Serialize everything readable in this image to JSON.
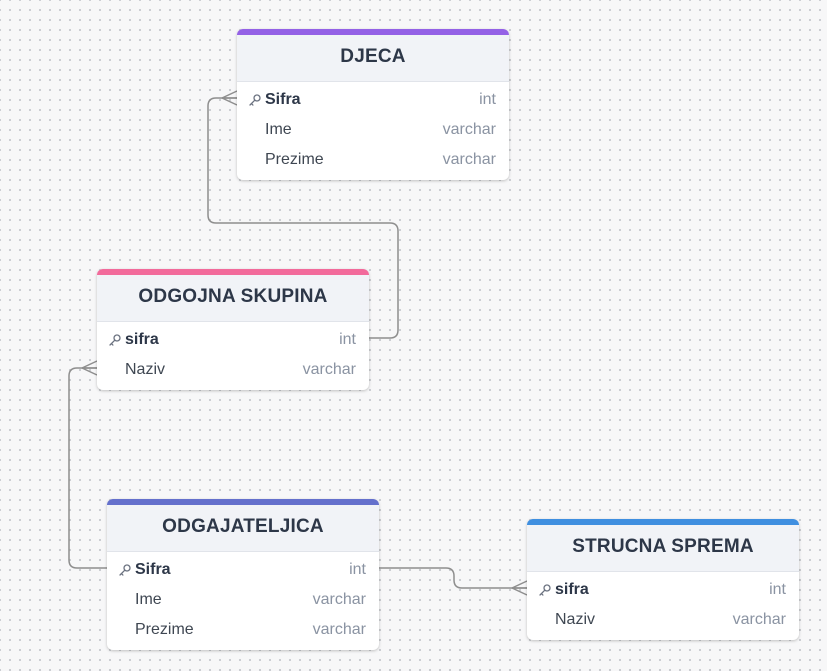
{
  "tables": {
    "djeca": {
      "title": "DJECA",
      "accent": "#9461e6",
      "columns": [
        {
          "name": "Sifra",
          "type": "int",
          "primary_key": true
        },
        {
          "name": "Ime",
          "type": "varchar",
          "primary_key": false
        },
        {
          "name": "Prezime",
          "type": "varchar",
          "primary_key": false
        }
      ]
    },
    "odgojna_skupina": {
      "title": "ODGOJNA SKUPINA",
      "accent": "#f26a9b",
      "columns": [
        {
          "name": "sifra",
          "type": "int",
          "primary_key": true
        },
        {
          "name": "Naziv",
          "type": "varchar",
          "primary_key": false
        }
      ]
    },
    "odgajateljica": {
      "title": "ODGAJATELJICA",
      "accent": "#6470cc",
      "columns": [
        {
          "name": "Sifra",
          "type": "int",
          "primary_key": true
        },
        {
          "name": "Ime",
          "type": "varchar",
          "primary_key": false
        },
        {
          "name": "Prezime",
          "type": "varchar",
          "primary_key": false
        }
      ]
    },
    "strucna_sprema": {
      "title": "STRUCNA SPREMA",
      "accent": "#3f8fe0",
      "columns": [
        {
          "name": "sifra",
          "type": "int",
          "primary_key": true
        },
        {
          "name": "Naziv",
          "type": "varchar",
          "primary_key": false
        }
      ]
    }
  },
  "relationships": [
    {
      "from": "odgojna_skupina.sifra",
      "to": "djeca.Sifra",
      "cardinality": "one-to-many"
    },
    {
      "from": "odgajateljica.Sifra",
      "to": "odgojna_skupina.sifra",
      "cardinality": "one-to-many"
    },
    {
      "from": "odgajateljica.Sifra",
      "to": "strucna_sprema.sifra",
      "cardinality": "one-to-many"
    }
  ],
  "icons": {
    "primary_key": "key-icon"
  },
  "colors": {
    "connector": "#8e8e8e",
    "header_bg": "#f1f3f7",
    "column_type": "#8a93a2"
  }
}
